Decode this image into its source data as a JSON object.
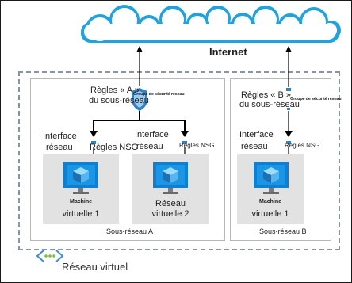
{
  "internet": {
    "label": "Internet"
  },
  "vnet": {
    "label": "Réseau virtuel"
  },
  "subnet_a": {
    "label": "Sous-réseau A",
    "rules_line1": "Règles « A »",
    "rules_line2": "du sous-réseau",
    "nsg_group": "Groupe de sécurité réseau",
    "vm1": {
      "nic_line1": "Interface",
      "nic_line2": "réseau",
      "nsg_rules": "Règles NSG",
      "name_line1": "Machine",
      "name_line2": "virtuelle 1"
    },
    "vm2": {
      "nic_line1": "Interface",
      "nic_line2": "réseau",
      "nsg_rules": "Règles NSG",
      "name_line1": "Réseau",
      "name_line2": "virtuelle 2"
    }
  },
  "subnet_b": {
    "label": "Sous-réseau B",
    "rules_line1": "Règles « B »",
    "rules_line2": "du sous-réseau",
    "nsg_group": "Groupe de sécurité réseau",
    "vm1": {
      "nic_line1": "Interface",
      "nic_line2": "réseau",
      "nsg_rules": "Règles NSG",
      "name_line1": "Machine",
      "name_line2": "virtuelle 1"
    }
  },
  "colors": {
    "cloud": "#1fa3e0",
    "shield": "#2f82c7",
    "monitor": "#0f7fd1",
    "vm_box": "#e2e2e2",
    "dashed_border": "#8a93a2"
  },
  "icons": [
    "cloud-icon",
    "shield-icon",
    "nsg-small-icon",
    "virtual-machine-icon",
    "virtual-network-icon",
    "arrow-icon"
  ]
}
